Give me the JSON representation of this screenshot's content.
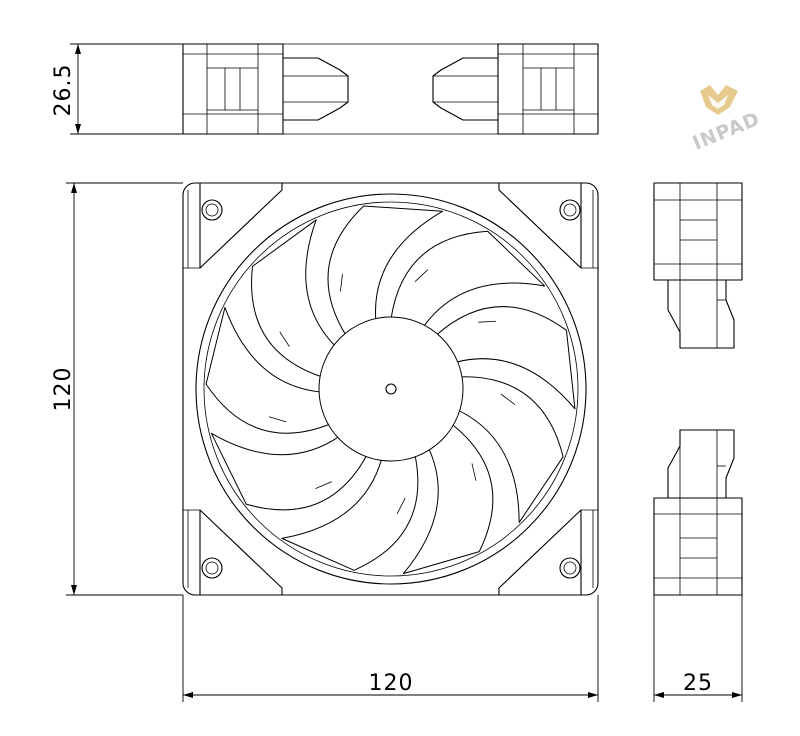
{
  "dimensions": {
    "front_height": "120",
    "front_width": "120",
    "side_thickness": "25",
    "top_thickness": "26.5"
  },
  "logo": {
    "text": "INPAD",
    "color_primary": "#e3c27a",
    "color_text": "#c9c9c9"
  },
  "diagram": {
    "blade_count": 9,
    "line_color": "#000000"
  }
}
